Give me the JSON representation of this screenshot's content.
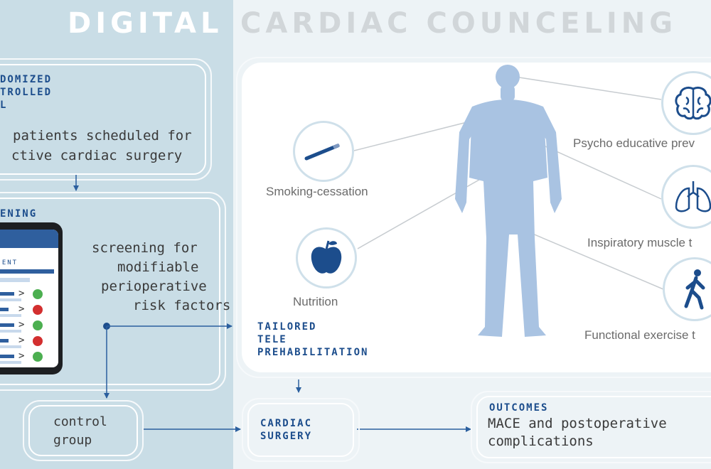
{
  "title": {
    "part1": "DIGITAL",
    "part2": "CARDIAC COUNCELING"
  },
  "rct": {
    "heading_lines": [
      "DOMIZED",
      "TROLLED",
      "L"
    ],
    "body_lines": [
      "patients scheduled for",
      "ctive cardiac surgery"
    ]
  },
  "screening": {
    "heading": "ENING",
    "body_lines": [
      "screening for",
      "modifiable",
      "perioperative",
      "risk factors"
    ],
    "tablet": {
      "title": "TIENT",
      "status": [
        "green",
        "red",
        "green",
        "red",
        "green"
      ],
      "colors": {
        "green": "#4caf50",
        "red": "#d32f2f"
      }
    }
  },
  "prehab": {
    "heading_lines": [
      "TAILORED",
      "TELE",
      "PREHABILITATION"
    ],
    "items": {
      "smoking": "Smoking-cessation",
      "nutrition": "Nutrition",
      "psycho": "Psycho educative prev",
      "inspiratory": "Inspiratory muscle t",
      "exercise": "Functional exercise t"
    }
  },
  "control": {
    "lines": [
      "control",
      "group"
    ]
  },
  "surgery": {
    "lines": [
      "CARDIAC",
      "SURGERY"
    ]
  },
  "outcomes": {
    "heading": "OUTCOMES",
    "body_lines": [
      "MACE and postoperative",
      "complications"
    ]
  },
  "colors": {
    "accent": "#1c4d8c",
    "panel_left": "#c9dde6",
    "panel_right": "#edf3f6",
    "figure": "#a9c3e2"
  }
}
